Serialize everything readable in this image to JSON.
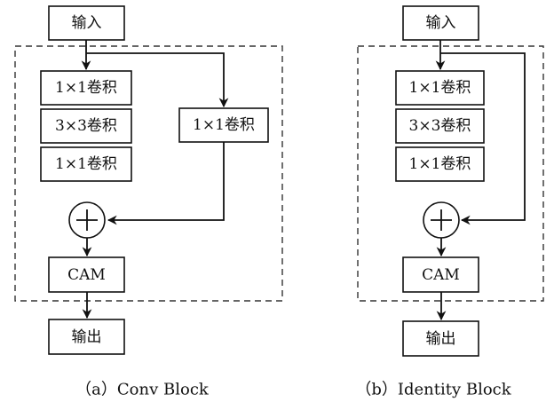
{
  "diagrams": [
    {
      "id": "conv-block",
      "caption": "（a）Conv Block",
      "input": "输入",
      "main_path": [
        "1×1卷积",
        "3×3卷积",
        "1×1卷积"
      ],
      "shortcut": "1×1卷积",
      "add_symbol": "+",
      "attention": "CAM",
      "output": "输出"
    },
    {
      "id": "identity-block",
      "caption": "（b）Identity Block",
      "input": "输入",
      "main_path": [
        "1×1卷积",
        "3×3卷积",
        "1×1卷积"
      ],
      "shortcut": null,
      "add_symbol": "+",
      "attention": "CAM",
      "output": "输出"
    }
  ]
}
